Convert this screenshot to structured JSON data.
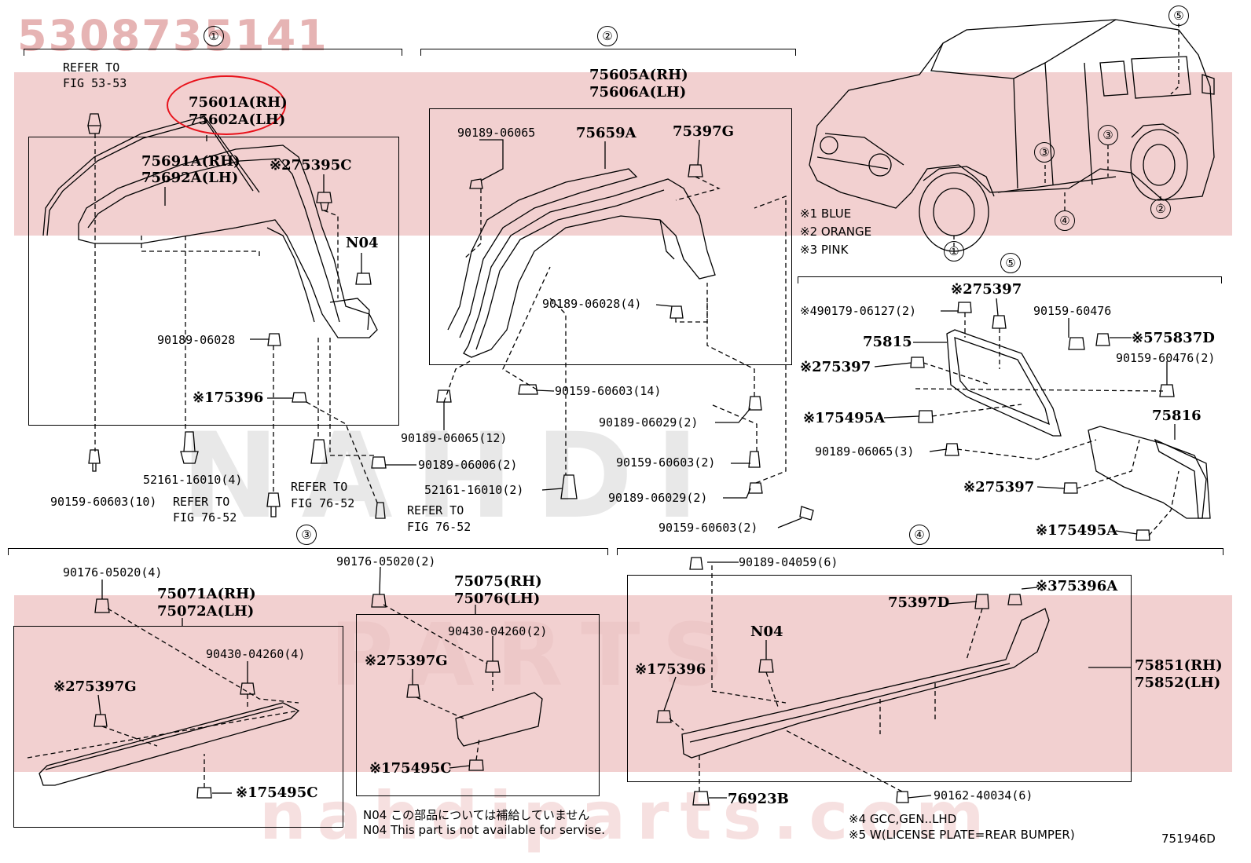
{
  "watermark": {
    "part_number": "5308735141",
    "brand": "NAHDI",
    "parts": "PARTS",
    "site": "nahdiparts.com"
  },
  "highlight_color": "#e8121b",
  "sections": [
    {
      "num": "①"
    },
    {
      "num": "②"
    },
    {
      "num": "③"
    },
    {
      "num": "④"
    },
    {
      "num": "⑤"
    }
  ],
  "vehicle_callouts": [
    "①",
    "②",
    "③",
    "③",
    "④",
    "⑤"
  ],
  "legend": [
    "※1 BLUE",
    "※2 ORANGE",
    "※3 PINK"
  ],
  "labels": {
    "s1": {
      "refer_53_line1": "REFER TO",
      "refer_53_line2": "FIG 53-53",
      "p75601": "75601A(RH)",
      "p75602": "75602A(LH)",
      "p75691": "75691A(RH)",
      "p75692": "75692A(LH)",
      "p75395c": "※275395C",
      "n04": "N04",
      "p9018906028": "90189-06028",
      "p75396": "※175396",
      "p52161": "52161-16010(4)",
      "p9015960603": "90159-60603(10)",
      "refer_76a_line1": "REFER TO",
      "refer_76a_line2": "FIG 76-52",
      "refer_76b_line1": "REFER TO",
      "refer_76b_line2": "FIG 76-52",
      "refer_76c_line1": "REFER TO",
      "refer_76c_line2": "FIG 76-52"
    },
    "s2": {
      "p75605": "75605A(RH)",
      "p75606": "75606A(LH)",
      "p9018906065": "90189-06065",
      "p75659": "75659A",
      "p75397g": "75397G",
      "p9018906028_4": "90189-06028(4)",
      "p9015960603_14": "90159-60603(14)",
      "p9018906065_12": "90189-06065(12)",
      "p9018906006_2": "90189-06006(2)",
      "p52161_2": "52161-16010(2)",
      "p9018906029_2a": "90189-06029(2)",
      "p9015960603_2a": "90159-60603(2)",
      "p9018906029_2b": "90189-06029(2)",
      "p9015960603_2b": "90159-60603(2)"
    },
    "s5": {
      "p275397a": "※275397",
      "p490179": "※490179-06127(2)",
      "p9015960476": "90159-60476",
      "p75815": "75815",
      "p575837d": "※575837D",
      "p275397b": "※275397",
      "p9015960476_2": "90159-60476(2)",
      "p175495a_a": "※175495A",
      "p75816": "75816",
      "p9018906065_3": "90189-06065(3)",
      "p275397c": "※275397",
      "p175495a_b": "※175495A"
    },
    "s3": {
      "p9017605020_4": "90176-05020(4)",
      "p75071": "75071A(RH)",
      "p75072": "75072A(LH)",
      "p9017605020_2": "90176-05020(2)",
      "p75075": "75075(RH)",
      "p75076": "75076(LH)",
      "p9043004260_4": "90430-04260(4)",
      "p275397g_a": "※275397G",
      "p175495c_a": "※175495C",
      "p9043004260_2": "90430-04260(2)",
      "p275397g_b": "※275397G",
      "p175495c_b": "※175495C"
    },
    "s4": {
      "p9018904059": "90189-04059(6)",
      "p75397d": "75397D",
      "p375396a": "※375396A",
      "n04": "N04",
      "p175396": "※175396",
      "p75851": "75851(RH)",
      "p75852": "75852(LH)",
      "p76923b": "76923B",
      "p9016240034": "90162-40034(6)"
    }
  },
  "notes": {
    "n04_jp": "N04 この部品については補給していません",
    "n04_en": "N04 This part is not available for servise.",
    "note4": "※4 GCC,GEN..LHD",
    "note5": "※5 W(LICENSE PLATE=REAR BUMPER)"
  },
  "figure_id": "751946D"
}
